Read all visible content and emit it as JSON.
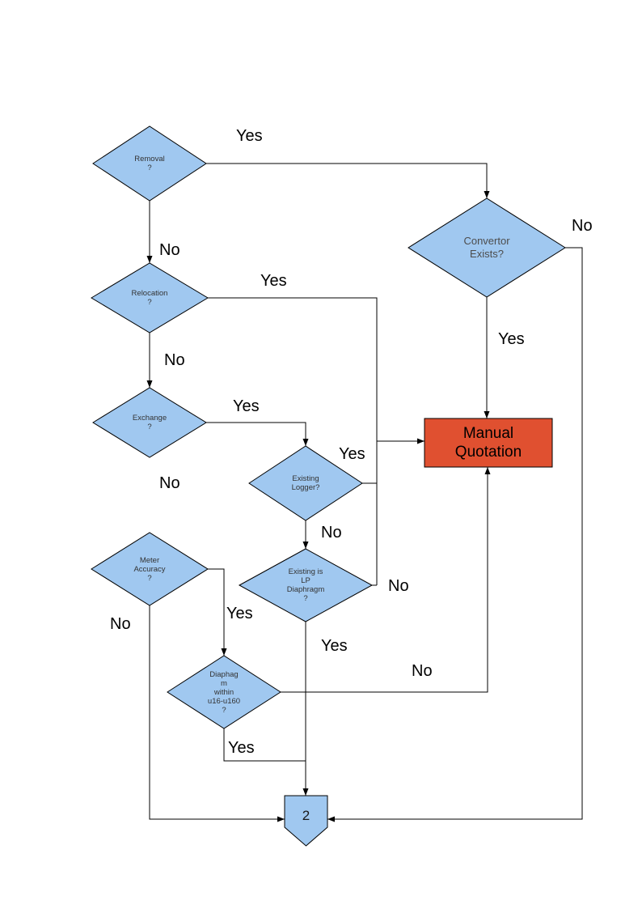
{
  "colors": {
    "diamond_fill": "#A0C8F0",
    "connector_fill": "#A0C8F0",
    "manual_fill": "#E05030",
    "line": "#000000"
  },
  "nodes": {
    "removal": {
      "label": "Removal\n?"
    },
    "convertor": {
      "label": "Convertor\nExists?"
    },
    "relocation": {
      "label": "Relocation\n?"
    },
    "exchange": {
      "label": "Exchange\n?"
    },
    "existing_logger": {
      "label": "Existing\nLogger?"
    },
    "existing_lp": {
      "label": "Existing is\nLP\nDiaphragm\n?"
    },
    "meter_accuracy": {
      "label": "Meter\nAccuracy\n?"
    },
    "diaphragm_range": {
      "label": "Diaphag\nm\nwithin\nu16-u160\n?"
    },
    "manual_quotation": {
      "label": "Manual\nQuotation"
    },
    "connector": {
      "label": "2"
    }
  },
  "edge_labels": {
    "removal_yes": "Yes",
    "removal_no": "No",
    "convertor_yes": "Yes",
    "convertor_no": "No",
    "relocation_yes": "Yes",
    "relocation_no": "No",
    "exchange_yes": "Yes",
    "logger_yes": "Yes",
    "logger_no": "No",
    "lp_yes": "Yes",
    "lp_no": "No",
    "meter_yes": "Yes",
    "meter_no": "No",
    "diaphragm_yes": "Yes",
    "diaphragm_no": "No"
  }
}
